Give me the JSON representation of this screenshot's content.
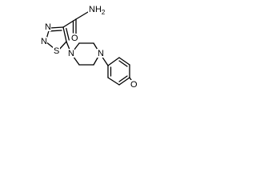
{
  "molecule": {
    "atoms": {
      "carboxamide_n": "NH",
      "carboxamide_n_sub": "2",
      "carbonyl_o": "O",
      "thiadiazole_n3": "N",
      "thiadiazole_n2": "N",
      "thiadiazole_s": "S",
      "piperazine_n1": "N",
      "piperazine_n4": "N",
      "methoxy_o": "O"
    },
    "colors": {
      "bond": "#000000",
      "label": "#000000",
      "background": "#ffffff"
    }
  }
}
